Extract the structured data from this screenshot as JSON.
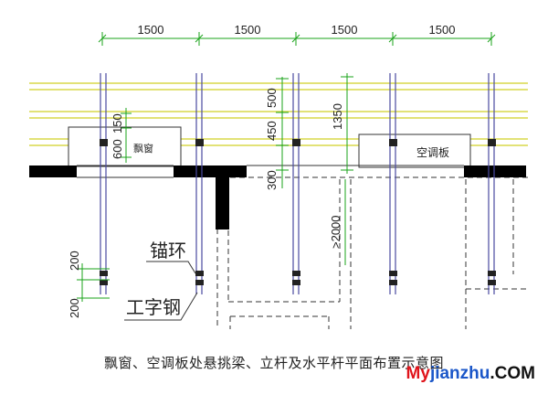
{
  "dimensions": {
    "spacing": [
      "1500",
      "1500",
      "1500",
      "1500"
    ],
    "vertical_left": [
      "600",
      "150"
    ],
    "vertical_mid": [
      "450",
      "500",
      "300"
    ],
    "vertical_total": "1350",
    "vertical_long": ">2000",
    "anchor_spacing": [
      "200",
      "200"
    ]
  },
  "labels": {
    "bay_window": "飘窗",
    "ac_board": "空调板",
    "anchor_ring": "锚环",
    "i_beam": "工字钢"
  },
  "caption": "飘窗、空调板处悬挑梁、立杆及水平杆平面布置示意图",
  "watermark": {
    "part_a": "My",
    "part_b": "jianzhu",
    "part_c": ".COM"
  },
  "colors": {
    "dimension_line": "#1aa31a",
    "rail": "#d8d84a",
    "pole": "#4a4aa0",
    "structure": "#000000",
    "outline": "#333333"
  }
}
